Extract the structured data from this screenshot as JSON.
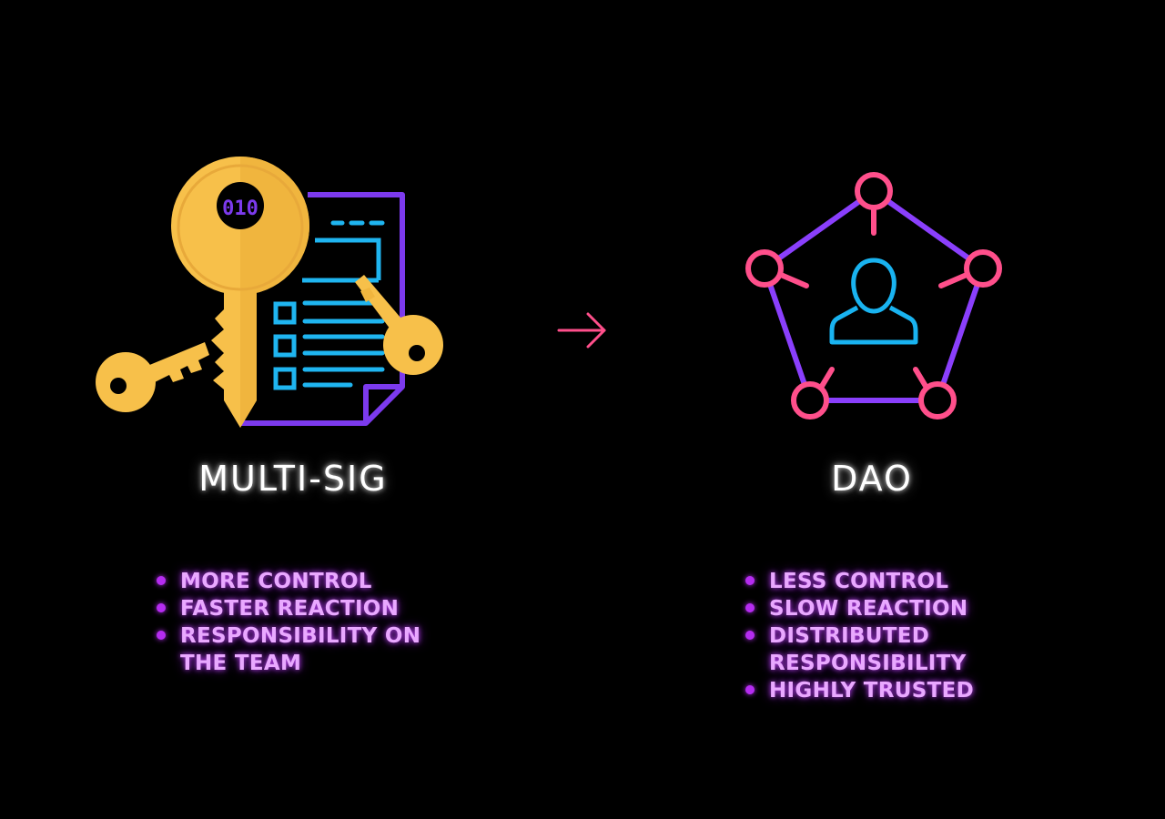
{
  "left": {
    "title": "MULTI-SIG",
    "icon_text": "010",
    "bullets": [
      "MORE CONTROL",
      "FASTER REACTION",
      "RESPONSIBILITY ON THE TEAM"
    ]
  },
  "right": {
    "title": "DAO",
    "bullets": [
      "LESS CONTROL",
      "SLOW REACTION",
      "DISTRIBUTED RESPONSIBILITY",
      "HIGHLY TRUSTED"
    ]
  },
  "colors": {
    "key_gold": "#f7c04a",
    "key_shadow": "#e8a93a",
    "document_purple": "#7c3aed",
    "document_lines": "#1fb5f0",
    "arrow_pink": "#ff4f8b",
    "node_pink": "#ff4f8b",
    "pentagon_purple": "#8a3ffc",
    "user_blue": "#19b3f0",
    "bullet_text": "#e9a8ff",
    "bullet_dot": "#b52cf0"
  },
  "icons": [
    "keys-document-icon",
    "arrow-right-icon",
    "dao-network-icon",
    "user-icon"
  ]
}
